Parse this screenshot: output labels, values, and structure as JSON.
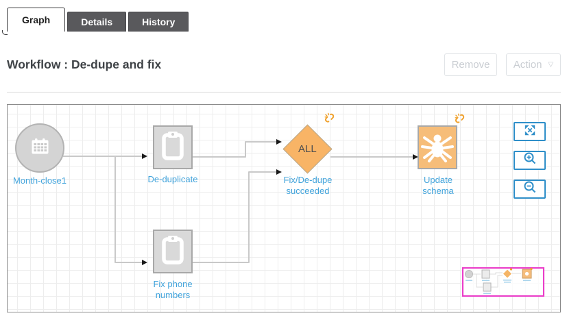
{
  "tabs": [
    {
      "label": "Graph",
      "active": true
    },
    {
      "label": "Details",
      "active": false
    },
    {
      "label": "History",
      "active": false
    }
  ],
  "header": {
    "title": "Workflow : De-dupe and fix",
    "remove_label": "Remove",
    "action_label": "Action",
    "action_caret": "▽"
  },
  "workflow": {
    "nodes": {
      "trigger": {
        "label": "Month-close1",
        "icon": "calendar-icon",
        "shape": "circle"
      },
      "dedupe": {
        "label": "De-duplicate",
        "icon": "clipboard-icon",
        "shape": "square"
      },
      "fixphone": {
        "label": "Fix phone numbers",
        "icon": "clipboard-icon",
        "shape": "square"
      },
      "decision": {
        "label": "Fix/De-dupe succeeded",
        "condition": "ALL",
        "shape": "diamond",
        "badge": "broken-link-icon"
      },
      "update": {
        "label": "Update schema",
        "icon": "spider-icon",
        "shape": "square",
        "badge": "broken-link-icon"
      }
    },
    "controls": {
      "fit": "fit-to-screen-icon",
      "zoom_in": "zoom-in-icon",
      "zoom_out": "zoom-out-icon"
    }
  },
  "colors": {
    "accent_blue": "#2f8fc9",
    "label_blue": "#42a4dc",
    "node_orange": "#f8b466",
    "badge_orange": "#f0a22e",
    "minimap_pink": "#ea3bc8",
    "tab_gray": "#59595c"
  }
}
